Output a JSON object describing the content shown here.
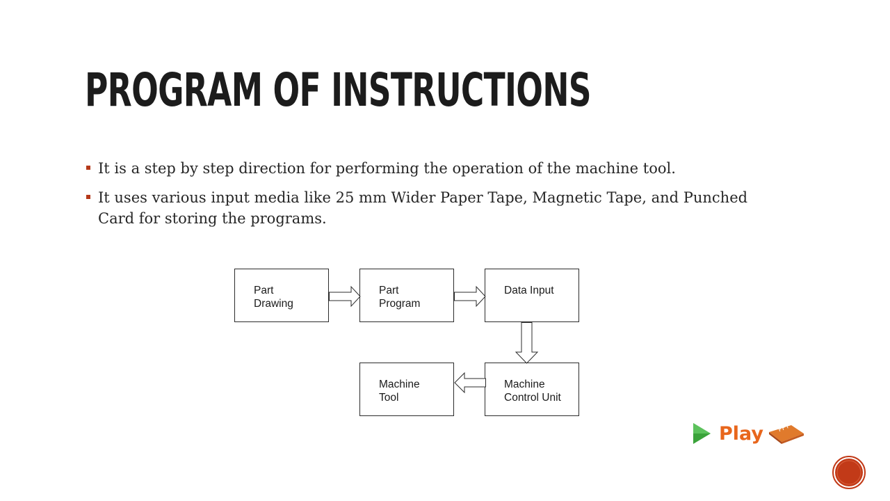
{
  "slide": {
    "title": "PROGRAM OF INSTRUCTIONS",
    "bullets": [
      "It is a step by step direction for performing the operation of the machine tool.",
      "It uses various input media like 25 mm Wider Paper Tape, Magnetic Tape, and Punched Card for storing the programs."
    ]
  },
  "diagram": {
    "boxes": [
      {
        "lines": [
          "Part",
          "Drawing"
        ]
      },
      {
        "lines": [
          "Part",
          "Program"
        ]
      },
      {
        "lines": [
          "Data Input"
        ]
      },
      {
        "lines": [
          "Machine",
          "Control Unit"
        ]
      },
      {
        "lines": [
          "Machine",
          "Tool"
        ]
      }
    ]
  },
  "play_button": {
    "label": "Play",
    "logo_text": "PPT"
  },
  "colors": {
    "accent": "#b5391a",
    "title_text": "#1c1c1c",
    "body_text": "#262626",
    "play_orange": "#e8661c",
    "play_green": "#3aa33a",
    "badge_red": "#c23a18"
  },
  "icons": {
    "play": "play-triangle-icon",
    "badge": "circle-badge-icon"
  }
}
